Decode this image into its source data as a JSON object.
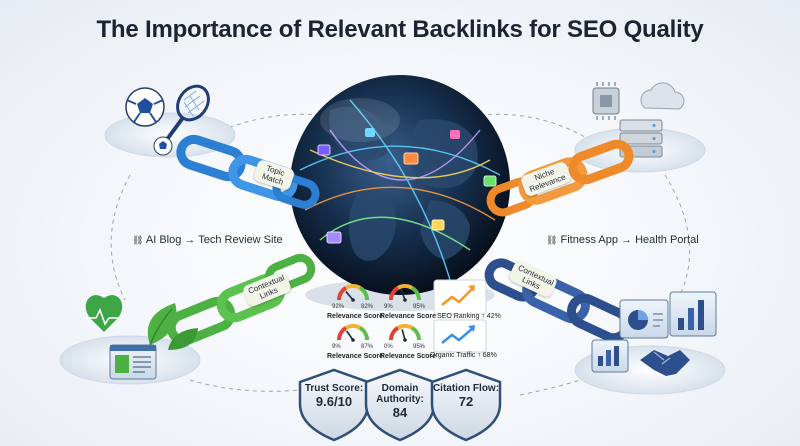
{
  "title": "The Importance of Relevant Backlinks for SEO Quality",
  "side_labels": {
    "left": "AI Blog → Tech Review Site",
    "right": "Fitness App → Health Portal"
  },
  "chain_labels": [
    {
      "id": "top-left",
      "text": "Topic Match"
    },
    {
      "id": "top-right",
      "text": "Niche Relevance"
    },
    {
      "id": "bottom-left",
      "text": "Contextual Links"
    },
    {
      "id": "bottom-right",
      "text": "Contextual Links"
    }
  ],
  "gauges": [
    {
      "low": "92%",
      "high": "82%",
      "label": "Relevance Score"
    },
    {
      "low": "9%",
      "high": "95%",
      "label": "Relevance Score"
    },
    {
      "low": "9%",
      "high": "87%",
      "label": "Relevance Score"
    },
    {
      "low": "0%",
      "high": "95%",
      "label": "Relevance Score"
    }
  ],
  "trends": [
    {
      "label": "SEO Ranking ↑ 42%"
    },
    {
      "label": "Organic Traffic ↑ 68%"
    }
  ],
  "shields": [
    {
      "title": "Trust Score:",
      "value": "9.6/10"
    },
    {
      "title": "Domain Authority:",
      "value": "84"
    },
    {
      "title": "Citation Flow:",
      "value": "72"
    }
  ],
  "colors": {
    "blue_chain": "#2d7fd3",
    "orange_chain": "#ef8a2a",
    "green_chain": "#4db043",
    "navy_chain": "#2d4f8e",
    "globe_dark": "#0f2138"
  },
  "icons": [
    "soccer-ball-icon",
    "tennis-racket-icon",
    "server-icon",
    "cloud-icon",
    "chip-icon",
    "heartbeat-icon",
    "leaf-icon",
    "dashboard-icon",
    "bar-chart-icon",
    "handshake-icon",
    "pie-chart-icon",
    "link-icon"
  ]
}
